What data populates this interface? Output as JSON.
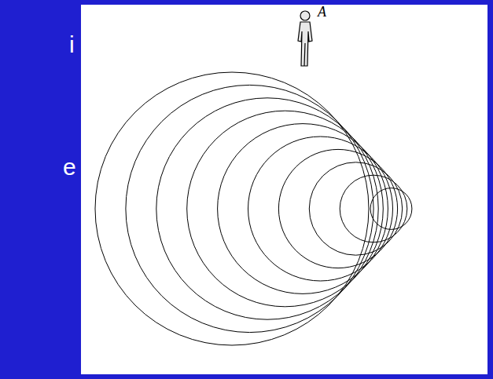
{
  "diagram": {
    "labels": [
      "i",
      "e",
      "A"
    ]
  }
}
